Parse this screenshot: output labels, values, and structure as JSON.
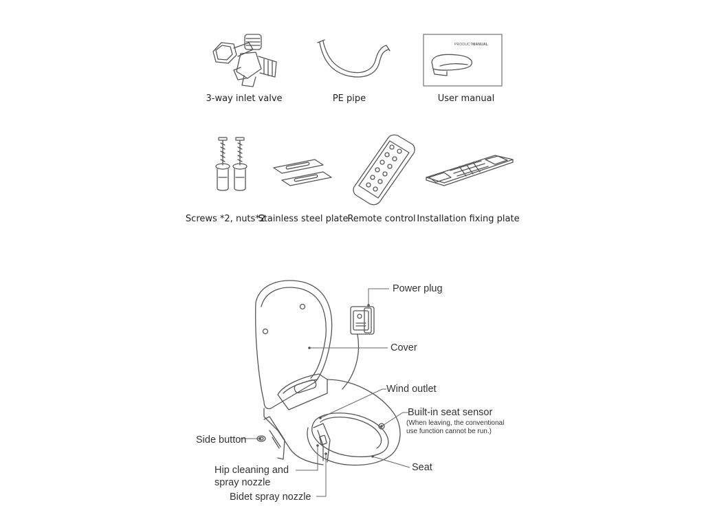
{
  "package_contents": [
    {
      "label": "3-way inlet valve",
      "icon": "inlet-valve"
    },
    {
      "label": "PE pipe",
      "icon": "pe-pipe"
    },
    {
      "label": "User manual",
      "icon": "user-manual"
    },
    {
      "label": "Screws *2, nuts*2",
      "icon": "screws"
    },
    {
      "label": "Stainless steel plate",
      "icon": "steel-plate"
    },
    {
      "label": "Remote control",
      "icon": "remote-control"
    },
    {
      "label": "Installation fixing plate",
      "icon": "fixing-plate"
    }
  ],
  "manual_cover_text": {
    "prefix": "PRODUCT",
    "strong": "MANUAL"
  },
  "parts": {
    "power_plug": "Power plug",
    "cover": "Cover",
    "wind_outlet": "Wind outlet",
    "seat_sensor": "Built-in seat sensor",
    "seat_sensor_note_1": "(When leaving, the conventional",
    "seat_sensor_note_2": "use function cannot be run.)",
    "side_button": "Side button",
    "hip_nozzle_1": "Hip cleaning and",
    "hip_nozzle_2": "spray nozzle",
    "seat": "Seat",
    "bidet_nozzle": "Bidet spray nozzle"
  },
  "colors": {
    "line_art": "#555555",
    "text": "#222222"
  }
}
